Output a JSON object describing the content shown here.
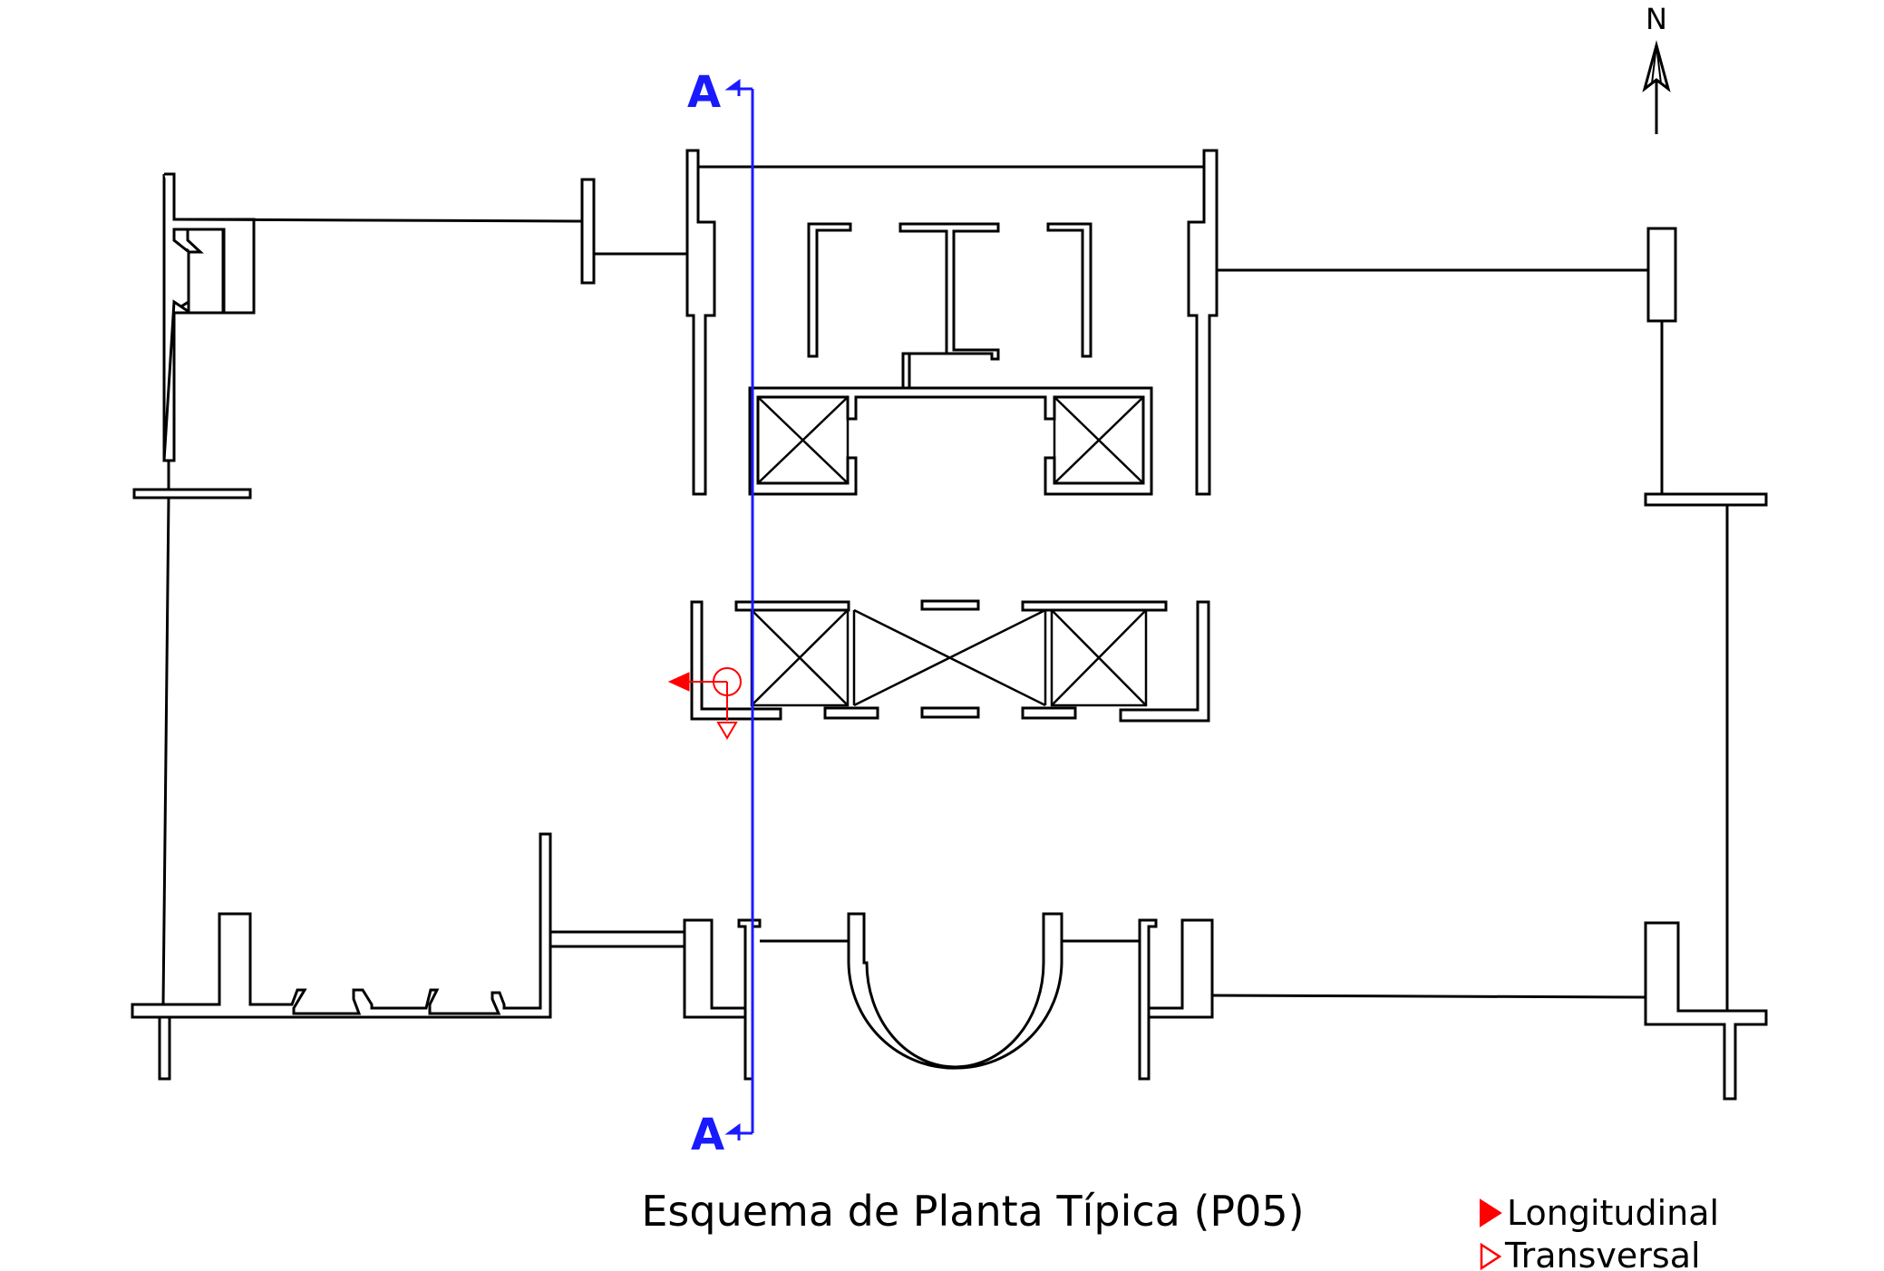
{
  "title": "Esquema de Planta Típica (P05)",
  "north": {
    "label": "N",
    "icon": "north-arrow-icon"
  },
  "section_cut": {
    "label_top": "A",
    "label_bottom": "A",
    "color": "#1a1aff"
  },
  "legend": {
    "items": [
      {
        "label": "Longitudinal",
        "marker": "filled-triangle",
        "color": "#ff0000"
      },
      {
        "label": "Transversal",
        "marker": "outline-triangle",
        "color": "#ff0000"
      }
    ]
  },
  "sensor": {
    "icon": "sensor-marker-icon",
    "color": "#ff0000"
  },
  "colors": {
    "walls": "#000000",
    "background": "#ffffff"
  }
}
